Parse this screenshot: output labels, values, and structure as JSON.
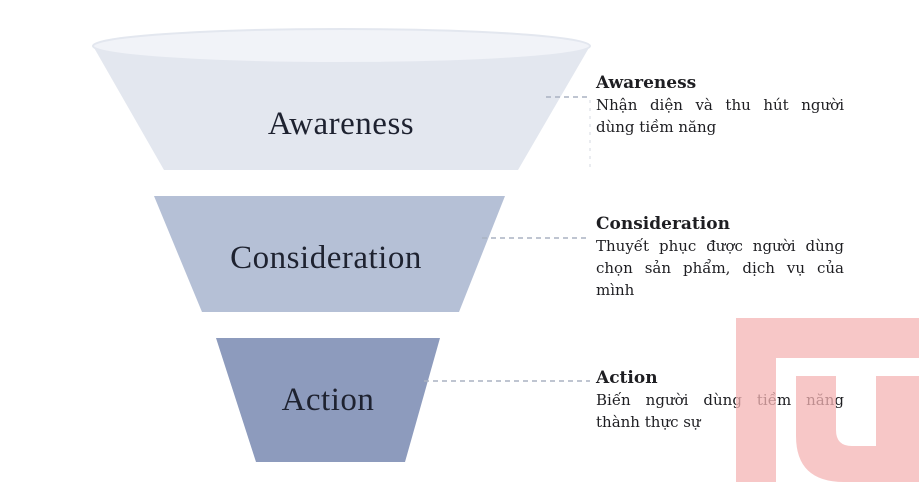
{
  "colors": {
    "tier_top": "#e3e7ef",
    "tier_top_rim": "#f1f3f8",
    "tier_middle": "#b5c0d6",
    "tier_bottom": "#8d9bbd",
    "connector": "#aab2c2",
    "text": "#1e2230",
    "watermark": "#f4b4b4"
  },
  "stages": [
    {
      "id": "awareness",
      "label": "Awareness",
      "title": "Awareness",
      "description": "Nhận diện và thu hút người dùng tiềm năng"
    },
    {
      "id": "consideration",
      "label": "Consideration",
      "title": "Consideration",
      "description": "Thuyết phục được người dùng chọn sản phẩm, dịch vụ của mình"
    },
    {
      "id": "action",
      "label": "Action",
      "title": "Action",
      "description": "Biến người dùng tiềm năng thành thực sự"
    }
  ],
  "watermark": {
    "icon": "brand-logo-watermark-icon"
  }
}
